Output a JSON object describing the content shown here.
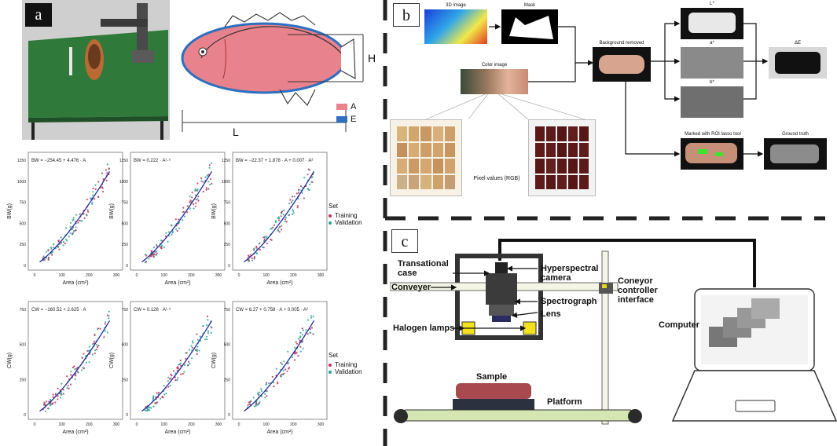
{
  "panels": {
    "a": {
      "label": "a",
      "fish_dims": {
        "height": "H",
        "length": "L"
      },
      "legend": [
        {
          "key": "A",
          "color": "#e8828d"
        },
        {
          "key": "E",
          "color": "#2f6fbf"
        }
      ],
      "plots": [
        {
          "equation": "BW = −254.45 + 4.476 · A",
          "ylabel": "BW(g)",
          "xlabel": "Area (cm²)",
          "yticks": [
            "0",
            "250",
            "500",
            "750",
            "1000",
            "1250"
          ],
          "xticks": [
            "0",
            "100",
            "200",
            "300"
          ]
        },
        {
          "equation": "BW = 0.222 · A¹·⁵",
          "ylabel": "BW(g)",
          "xlabel": "Area (cm²)",
          "yticks": [
            "0",
            "250",
            "500",
            "750",
            "1000",
            "1250"
          ],
          "xticks": [
            "0",
            "100",
            "200",
            "300"
          ]
        },
        {
          "equation": "BW = −22.37 + 1.878 · A + 0.007 · A²",
          "ylabel": "BW(g)",
          "xlabel": "Area (cm²)",
          "yticks": [
            "0",
            "250",
            "500",
            "750",
            "1000",
            "1250"
          ],
          "xticks": [
            "0",
            "100",
            "200",
            "300"
          ]
        },
        {
          "equation": "CW = −160.52 + 2.625 · A",
          "ylabel": "CW(g)",
          "xlabel": "Area (cm²)",
          "yticks": [
            "0",
            "250",
            "500",
            "750"
          ],
          "xticks": [
            "0",
            "100",
            "200",
            "300"
          ]
        },
        {
          "equation": "CW = 0.126 · A¹·⁵",
          "ylabel": "CW(g)",
          "xlabel": "Area (cm²)",
          "yticks": [
            "0",
            "250",
            "500",
            "750"
          ],
          "xticks": [
            "0",
            "100",
            "200",
            "300"
          ]
        },
        {
          "equation": "CW = 6.27 + 0.758 · A + 0.005 · A²",
          "ylabel": "CW(g)",
          "xlabel": "Area (cm²)",
          "yticks": [
            "0",
            "250",
            "500",
            "750"
          ],
          "xticks": [
            "0",
            "100",
            "200",
            "300"
          ]
        }
      ],
      "set_legend": {
        "title": "Set",
        "items": [
          {
            "name": "Training",
            "color": "#c0305a"
          },
          {
            "name": "Validation",
            "color": "#2aa59b"
          }
        ]
      }
    },
    "b": {
      "label": "b",
      "nodes": {
        "image_3d": "3D image",
        "mask": "Mask",
        "color_image": "Color image",
        "background_removed": "Background removed",
        "l_star": "L*",
        "a_star": "a*",
        "b_star": "b*",
        "delta_e": "ΔE",
        "roi": "Marked with ROI lasso tool",
        "ground_truth": "Ground truth",
        "pixel_values": "Pixel values (RGB)"
      }
    },
    "c": {
      "label": "c",
      "labels": {
        "translational_case": "Transational case",
        "hyperspectral_camera": "Hyperspectral camera",
        "conveyer": "Conveyer",
        "controller": "Coneyor controller interface",
        "spectrograph": "Spectrograph",
        "lens": "Lens",
        "halogen_lamps": "Halogen lamps",
        "computer": "Computer",
        "sample": "Sample",
        "platform": "Platform"
      }
    }
  }
}
